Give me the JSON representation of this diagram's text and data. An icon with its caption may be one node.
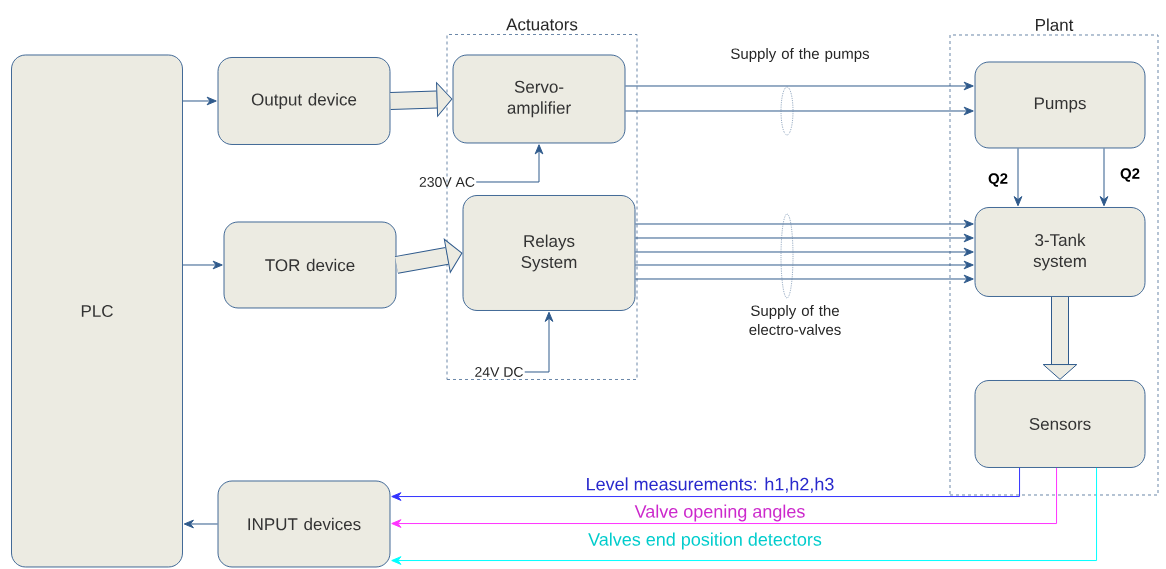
{
  "diagram": {
    "nodes": [
      {
        "text": [
          "PLC"
        ]
      },
      {
        "text": [
          "Output device"
        ]
      },
      {
        "text": [
          "TOR device"
        ]
      },
      {
        "text": [
          "INPUT devices"
        ]
      },
      {
        "text": [
          "Actuators"
        ]
      },
      {
        "text": [
          "Servo-amplifier"
        ],
        "in": 4
      },
      {
        "text": [
          "Relays System"
        ],
        "in": 4
      },
      {
        "text": [
          "Plant"
        ]
      },
      {
        "text": [
          "Pumps"
        ],
        "in": 7
      },
      {
        "text": [
          "3-Tank system"
        ],
        "in": 7
      },
      {
        "text": [
          "Sensors"
        ],
        "in": 7
      },
      {
        "text": [
          "230V AC"
        ]
      },
      {
        "text": [
          "24V DC"
        ],
        "in": 4
      }
    ],
    "edges": [
      {
        "from": 0,
        "to": 1,
        "arrow": "to"
      },
      {
        "from": 0,
        "to": 2,
        "arrow": "to"
      },
      {
        "from": 3,
        "to": 0,
        "arrow": "to"
      },
      {
        "from": 1,
        "to": 5,
        "arrow": "to",
        "style": "thick"
      },
      {
        "from": 2,
        "to": 6,
        "arrow": "to",
        "style": "thick"
      },
      {
        "from": 5,
        "to": 8,
        "arrow": "to"
      },
      {
        "from": 5,
        "to": 8,
        "arrow": "to"
      },
      {
        "from": 6,
        "to": 9,
        "arrow": "to"
      },
      {
        "from": 6,
        "to": 9,
        "arrow": "to"
      },
      {
        "from": 6,
        "to": 9,
        "arrow": "to"
      },
      {
        "from": 6,
        "to": 9,
        "arrow": "to"
      },
      {
        "from": 6,
        "to": 9,
        "arrow": "to"
      },
      {
        "from": 8,
        "to": 9,
        "arrow": "to",
        "label": "Q2"
      },
      {
        "from": 8,
        "to": 9,
        "arrow": "to",
        "label": "Q2"
      },
      {
        "from": 9,
        "to": 10,
        "arrow": "to",
        "style": "thick"
      },
      {
        "from": 11,
        "to": 5,
        "arrow": "to"
      },
      {
        "from": 12,
        "to": 6,
        "arrow": "to"
      },
      {
        "from": 10,
        "to": 3,
        "arrow": "to",
        "label": "Level measurements: h1,h2,h3",
        "color": "#3333ff"
      },
      {
        "from": 10,
        "to": 3,
        "arrow": "to",
        "label": "Valve opening angles",
        "color": "#ff33ff"
      },
      {
        "from": 10,
        "to": 3,
        "arrow": "to",
        "label": "Valves end position detectors",
        "color": "#00ffff"
      }
    ],
    "labels": [
      "Supply of the pumps",
      "Supply of the electro-valves"
    ]
  }
}
